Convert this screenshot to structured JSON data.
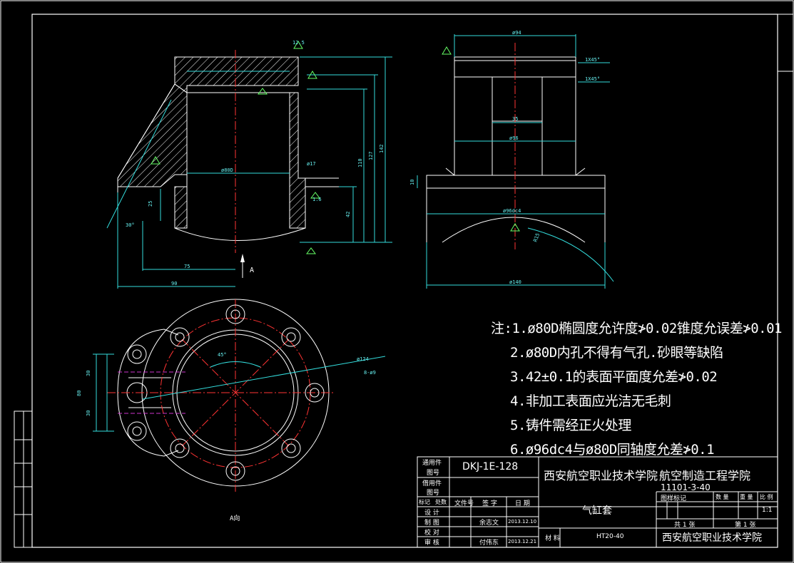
{
  "notes": {
    "n1": "注:1.ø80D椭圆度允许度≯0.02锥度允误差≯0.01",
    "n2": "2.ø80D内孔不得有气孔.砂眼等缺陷",
    "n3": "3.42±0.1的表面平面度允差≯0.02",
    "n4": "4.非加工表面应光洁无毛刺",
    "n5": "5.铸件需经正火处理",
    "n6": "6.ø96dc4与ø80D同轴度允差≯0.1"
  },
  "title_block": {
    "used_on_label": "通用件",
    "used_on_label2": "图号",
    "borrowed_label": "借用件",
    "borrowed_label2": "图号",
    "drawing_code": "DKJ-1E-128",
    "school_a": "西安航空职业技术学院",
    "school_b": "航空制造工程学院",
    "drawing_no": "11101-3-40",
    "part_name": "气缸套",
    "material_label": "材 料",
    "material": "HT20-40",
    "row_mark": "标记",
    "row_count": "处数",
    "col_doc": "文件号",
    "col_sign": "签 字",
    "col_date": "日 期",
    "design_label": "设 计",
    "draw_label": "制 图",
    "check_label": "校 对",
    "review_label": "审 核",
    "drafter": "余志文",
    "draw_date": "2013.12.10",
    "reviewer": "付伟东",
    "review_date": "2013.12.21",
    "stage_label": "图样标记",
    "qty_label": "数 量",
    "weight_label": "重 量",
    "scale_label": "比 例",
    "scale": "1:1",
    "sheets_total": "共 1 张",
    "sheet_no": "第 1 张",
    "school_c": "西安航空职业技术学院"
  },
  "views": {
    "view_a_label": "A向",
    "arrow_label": "A"
  },
  "dims": {
    "d1": "12.5",
    "d2": "ø80D",
    "d3": "ø17",
    "d4": "1.6",
    "d5": "25",
    "d6": "75",
    "d7": "90",
    "d8": "42",
    "d9": "110",
    "d10": "127",
    "d11": "142",
    "d12": "30°",
    "d13": "ø94",
    "d14": "1X45°",
    "d15": "1X45°",
    "d16": "35",
    "d17": "ø96",
    "d18": "10",
    "d19": "ø96dc4",
    "d20": "ø140",
    "d21": "R15",
    "d22": "30",
    "d23": "30",
    "d24": "80",
    "d25": "ø124",
    "d26": "8-ø9",
    "d27": "45°"
  },
  "colors": {
    "line": "#ffffff",
    "dim": "#33dddd",
    "center": "#ff3333",
    "hidden": "#cc33cc",
    "hatch": "#ffffff",
    "surface": "#66ff66"
  }
}
